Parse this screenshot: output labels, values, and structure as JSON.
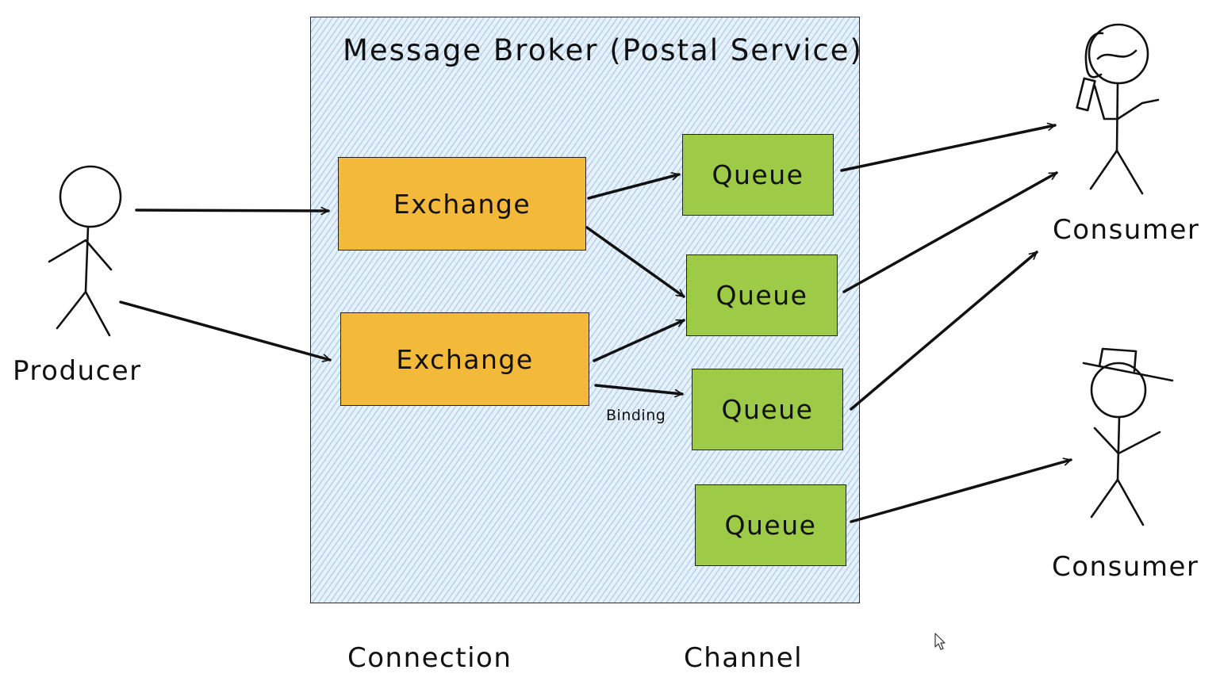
{
  "broker": {
    "title": "Message Broker (Postal Service)"
  },
  "exchanges": [
    {
      "label": "Exchange"
    },
    {
      "label": "Exchange"
    }
  ],
  "queues": [
    {
      "label": "Queue"
    },
    {
      "label": "Queue"
    },
    {
      "label": "Queue"
    },
    {
      "label": "Queue"
    }
  ],
  "actors": {
    "producer": "Producer",
    "consumer_top": "Consumer",
    "consumer_bottom": "Consumer"
  },
  "edge_labels": {
    "binding": "Binding"
  },
  "footer": {
    "connection": "Connection",
    "channel": "Channel"
  },
  "colors": {
    "exchange": "#f2b93b",
    "queue": "#9dcb48",
    "broker_fill": "#e6f1fb",
    "hatch": "#78aad7"
  }
}
